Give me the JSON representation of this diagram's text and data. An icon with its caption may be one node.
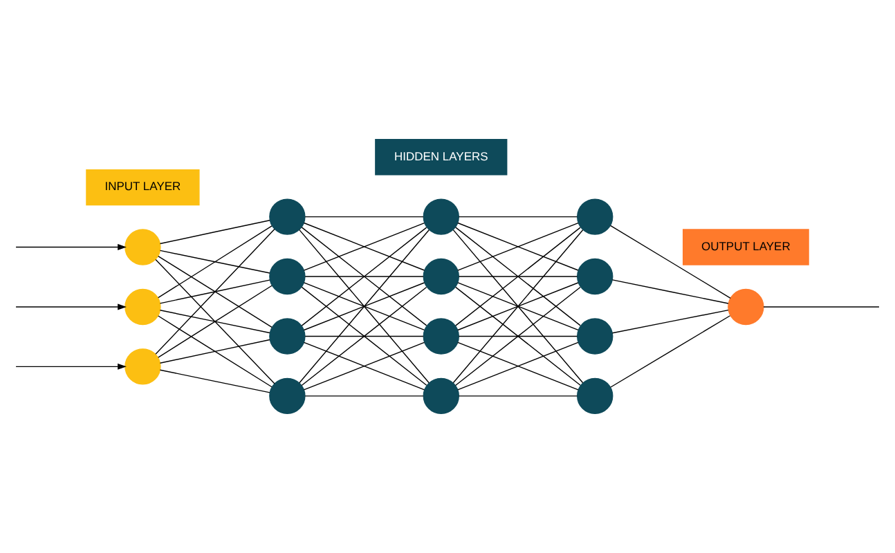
{
  "diagram": {
    "nodes": [
      {
        "text": [],
        "shape": "circle"
      },
      {
        "text": [],
        "shape": "circle"
      },
      {
        "text": [],
        "shape": "circle"
      },
      {
        "text": [],
        "shape": "circle"
      },
      {
        "text": [],
        "shape": "circle"
      },
      {
        "text": [],
        "shape": "circle"
      },
      {
        "text": [],
        "shape": "circle"
      },
      {
        "text": [],
        "shape": "circle"
      },
      {
        "text": [],
        "shape": "circle"
      },
      {
        "text": [],
        "shape": "circle"
      },
      {
        "text": [],
        "shape": "circle"
      },
      {
        "text": [],
        "shape": "circle"
      },
      {
        "text": [],
        "shape": "circle"
      },
      {
        "text": [],
        "shape": "circle"
      },
      {
        "text": [],
        "shape": "circle"
      },
      {
        "text": [],
        "shape": "circle"
      },
      {
        "text": [
          "INPUT LAYER"
        ]
      },
      {
        "text": [
          "HIDDEN LAYERS"
        ]
      },
      {
        "text": [
          "OUTPUT LAYER"
        ]
      }
    ],
    "edges": [
      {
        "from": null,
        "to": 0,
        "arrow": "to"
      },
      {
        "from": null,
        "to": 1,
        "arrow": "to"
      },
      {
        "from": null,
        "to": 2,
        "arrow": "to"
      },
      {
        "from": 0,
        "to": 3,
        "arrow": "none"
      },
      {
        "from": 0,
        "to": 4,
        "arrow": "none"
      },
      {
        "from": 0,
        "to": 5,
        "arrow": "none"
      },
      {
        "from": 0,
        "to": 6,
        "arrow": "none"
      },
      {
        "from": 1,
        "to": 3,
        "arrow": "none"
      },
      {
        "from": 1,
        "to": 4,
        "arrow": "none"
      },
      {
        "from": 1,
        "to": 5,
        "arrow": "none"
      },
      {
        "from": 1,
        "to": 6,
        "arrow": "none"
      },
      {
        "from": 2,
        "to": 3,
        "arrow": "none"
      },
      {
        "from": 2,
        "to": 4,
        "arrow": "none"
      },
      {
        "from": 2,
        "to": 5,
        "arrow": "none"
      },
      {
        "from": 2,
        "to": 6,
        "arrow": "none"
      },
      {
        "from": 3,
        "to": 7,
        "arrow": "none"
      },
      {
        "from": 3,
        "to": 8,
        "arrow": "none"
      },
      {
        "from": 3,
        "to": 9,
        "arrow": "none"
      },
      {
        "from": 3,
        "to": 10,
        "arrow": "none"
      },
      {
        "from": 4,
        "to": 7,
        "arrow": "none"
      },
      {
        "from": 4,
        "to": 8,
        "arrow": "none"
      },
      {
        "from": 4,
        "to": 9,
        "arrow": "none"
      },
      {
        "from": 4,
        "to": 10,
        "arrow": "none"
      },
      {
        "from": 5,
        "to": 7,
        "arrow": "none"
      },
      {
        "from": 5,
        "to": 8,
        "arrow": "none"
      },
      {
        "from": 5,
        "to": 9,
        "arrow": "none"
      },
      {
        "from": 5,
        "to": 10,
        "arrow": "none"
      },
      {
        "from": 6,
        "to": 7,
        "arrow": "none"
      },
      {
        "from": 6,
        "to": 8,
        "arrow": "none"
      },
      {
        "from": 6,
        "to": 9,
        "arrow": "none"
      },
      {
        "from": 6,
        "to": 10,
        "arrow": "none"
      },
      {
        "from": 7,
        "to": 11,
        "arrow": "none"
      },
      {
        "from": 7,
        "to": 12,
        "arrow": "none"
      },
      {
        "from": 7,
        "to": 13,
        "arrow": "none"
      },
      {
        "from": 7,
        "to": 14,
        "arrow": "none"
      },
      {
        "from": 8,
        "to": 11,
        "arrow": "none"
      },
      {
        "from": 8,
        "to": 12,
        "arrow": "none"
      },
      {
        "from": 8,
        "to": 13,
        "arrow": "none"
      },
      {
        "from": 8,
        "to": 14,
        "arrow": "none"
      },
      {
        "from": 9,
        "to": 11,
        "arrow": "none"
      },
      {
        "from": 9,
        "to": 12,
        "arrow": "none"
      },
      {
        "from": 9,
        "to": 13,
        "arrow": "none"
      },
      {
        "from": 9,
        "to": 14,
        "arrow": "none"
      },
      {
        "from": 10,
        "to": 11,
        "arrow": "none"
      },
      {
        "from": 10,
        "to": 12,
        "arrow": "none"
      },
      {
        "from": 10,
        "to": 13,
        "arrow": "none"
      },
      {
        "from": 10,
        "to": 14,
        "arrow": "none"
      },
      {
        "from": 11,
        "to": 15,
        "arrow": "none"
      },
      {
        "from": 12,
        "to": 15,
        "arrow": "none"
      },
      {
        "from": 13,
        "to": 15,
        "arrow": "none"
      },
      {
        "from": 14,
        "to": 15,
        "arrow": "none"
      },
      {
        "from": 15,
        "to": null,
        "arrow": "none"
      }
    ]
  }
}
